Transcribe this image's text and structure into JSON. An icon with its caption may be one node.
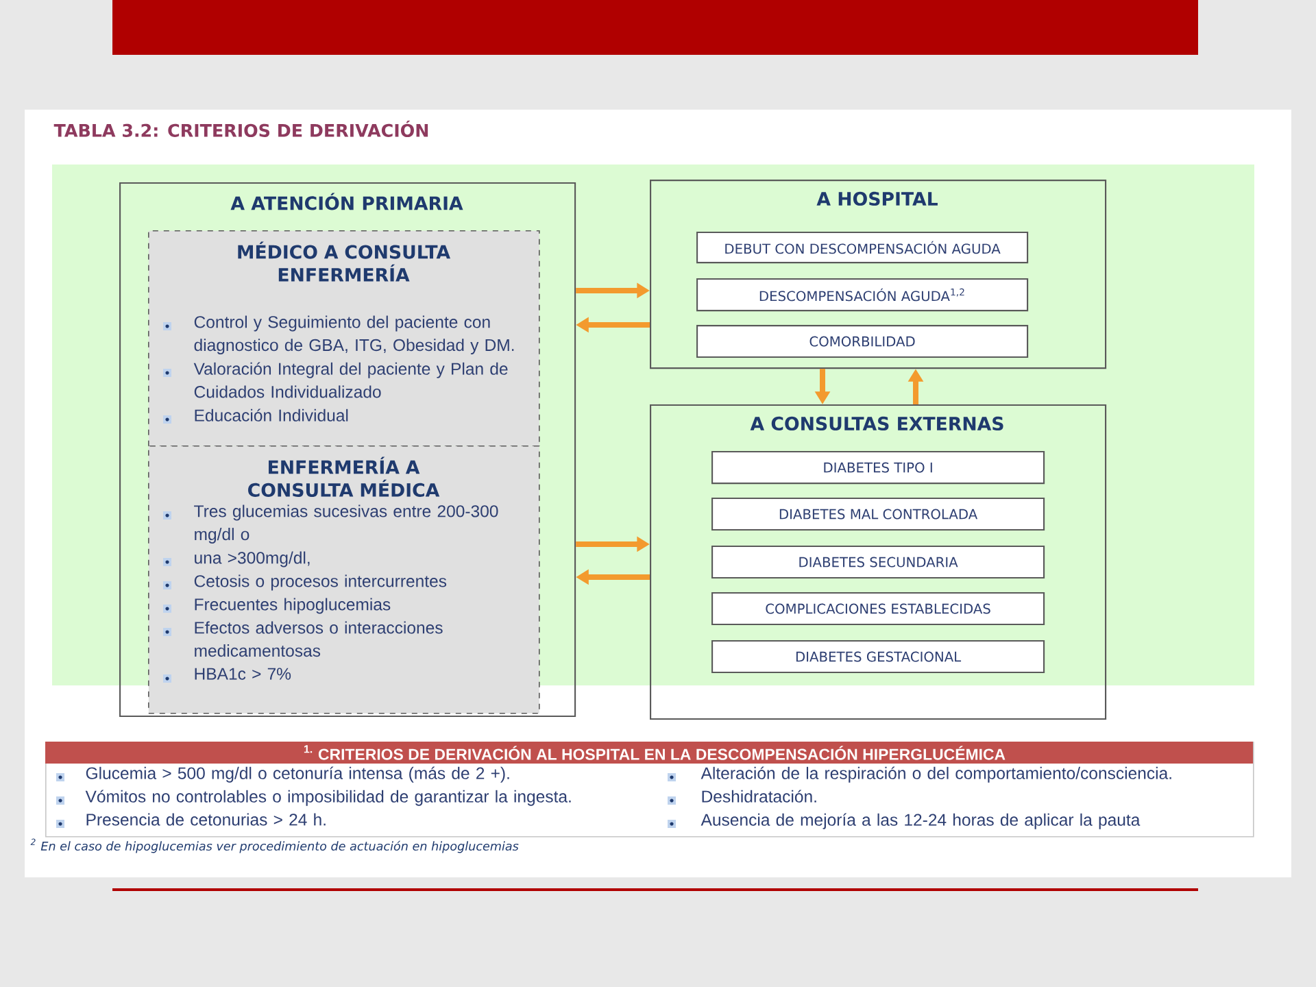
{
  "diagram": {
    "title": "TABLA 3.2: CRITERIOS DE DERIVACIÓN",
    "nodes": [
      {
        "text": [
          "A ATENCIÓN PRIMARIA"
        ]
      },
      {
        "text": [
          "MÉDICO A CONSULTA ENFERMERÍA",
          "Control y Seguimiento del paciente con diagnostico de GBA, ITG, Obesidad y DM.",
          "Valoración Integral del paciente y Plan de Cuidados Individualizado",
          "Educación Individual"
        ],
        "in": 0
      },
      {
        "text": [
          "ENFERMERÍA A CONSULTA MÉDICA",
          "Tres glucemias sucesivas entre 200-300 mg/dl o",
          "una >300mg/dl,",
          "Cetosis o procesos intercurrentes",
          "Frecuentes hipoglucemias",
          "Efectos adversos o interacciones medicamentosas",
          "HBA1c > 7%"
        ],
        "in": 0
      },
      {
        "text": [
          "A HOSPITAL"
        ]
      },
      {
        "text": [
          "DEBUT CON DESCOMPENSACIÓN AGUDA"
        ],
        "in": 3
      },
      {
        "text": [
          "DESCOMPENSACIÓN AGUDA$^{1,2}$"
        ],
        "in": 3
      },
      {
        "text": [
          "COMORBILIDAD"
        ],
        "in": 3
      },
      {
        "text": [
          "A CONSULTAS EXTERNAS"
        ]
      },
      {
        "text": [
          "DIABETES TIPO I"
        ],
        "in": 7
      },
      {
        "text": [
          "DIABETES MAL CONTROLADA"
        ],
        "in": 7
      },
      {
        "text": [
          "DIABETES SECUNDARIA"
        ],
        "in": 7
      },
      {
        "text": [
          "COMPLICACIONES ESTABLECIDAS"
        ],
        "in": 7
      },
      {
        "text": [
          "DIABETES GESTACIONAL"
        ],
        "in": 7
      },
      {
        "text": [
          "$^{1.}$ CRITERIOS DE DERIVACIÓN AL HOSPITAL EN LA DESCOMPENSACIÓN HIPERGLUCÉMICA",
          "Glucemia > 500 mg/dl o cetonuría intensa (más de 2 +).",
          "Vómitos no controlables o imposibilidad de garantizar la ingesta.",
          "Presencia de cetonurias > 24 h.",
          "Alteración de la respiración o del comportamiento/consciencia.",
          "Deshidratación.",
          "Ausencia de mejoría a las 12-24 horas de aplicar la pauta"
        ]
      }
    ],
    "edges": [
      {
        "from": 0,
        "to": 3,
        "arrow": "to"
      },
      {
        "from": 3,
        "to": 0,
        "arrow": "to"
      },
      {
        "from": 0,
        "to": 7,
        "arrow": "to"
      },
      {
        "from": 7,
        "to": 0,
        "arrow": "to"
      },
      {
        "from": 3,
        "to": 7,
        "arrow": "to"
      },
      {
        "from": 7,
        "to": 3,
        "arrow": "to"
      }
    ],
    "labels": [
      "$^{2}$ En el caso de hipoglucemias ver procedimiento de actuación en hipoglucemias"
    ]
  }
}
